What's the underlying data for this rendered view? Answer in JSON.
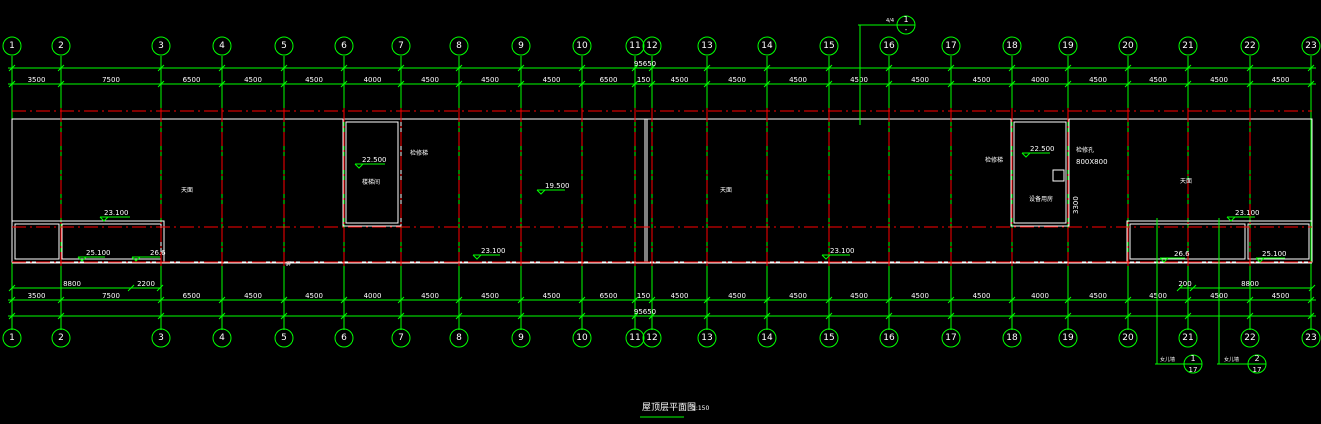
{
  "drawing_title": "屋顶层平面图",
  "drawing_scale": "1:150",
  "axes": [
    "1",
    "2",
    "3",
    "4",
    "5",
    "6",
    "7",
    "8",
    "9",
    "10",
    "11",
    "12",
    "13",
    "14",
    "15",
    "16",
    "17",
    "18",
    "19",
    "20",
    "21",
    "22",
    "23"
  ],
  "top_dims": [
    "3500",
    "7500",
    "6500",
    "4500",
    "4500",
    "4000",
    "4500",
    "4500",
    "4500",
    "6500",
    "150",
    "4500",
    "4500",
    "4500",
    "4500",
    "4500",
    "4500",
    "4000",
    "4500",
    "4500",
    "4500",
    "4500"
  ],
  "bottom_dims": [
    "3500",
    "7500",
    "6500",
    "4500",
    "4500",
    "4000",
    "4500",
    "4500",
    "4500",
    "6500",
    "150",
    "4500",
    "4500",
    "4500",
    "4500",
    "4500",
    "4500",
    "4000",
    "4500",
    "4500",
    "4500",
    "4500"
  ],
  "total_dim": "95650",
  "sub_dims_left": [
    "8800",
    "2200"
  ],
  "sub_dims_right": [
    "200",
    "8800"
  ],
  "elevations": {
    "left_canopy": "23.100",
    "left_lower": "25.100",
    "left_lower2": "26.6",
    "stair_left": "22.500",
    "center_roof": "19.500",
    "mid_left": "23.100",
    "mid_right": "23.100",
    "stair_right": "22.500",
    "right_canopy": "23.100",
    "right_lower": "26.6",
    "right_lower2": "25.100"
  },
  "room_labels": {
    "roof_left": "天面",
    "roof_center": "天面",
    "roof_right": "天面",
    "stair_left": "楼梯间",
    "stair_right": "设备用房",
    "left_note": "检修梯",
    "right_note": "检修梯",
    "hatch_label": "检修孔",
    "hatch_size": "800X800",
    "right_dim_vertical": "3300",
    "axis_mid_label": "轴"
  },
  "detail_refs": {
    "top": {
      "num": "1",
      "sheet": "-",
      "tag": "4/4"
    },
    "bottom_a": {
      "num": "1",
      "sheet": "17",
      "tag": "女儿墙"
    },
    "bottom_b": {
      "num": "2",
      "sheet": "17",
      "tag": "女儿墙"
    }
  },
  "colors": {
    "axis": "#00ff00",
    "centerline": "#ff0000",
    "outline": "#ffffff",
    "background": "#000000"
  }
}
